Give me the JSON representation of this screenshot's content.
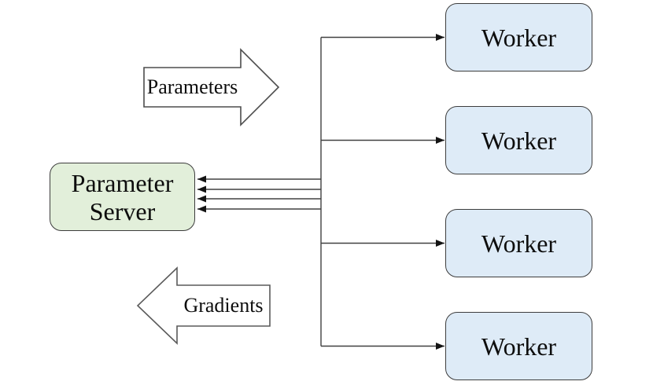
{
  "diagram": {
    "server": {
      "label": "Parameter Server",
      "fill": "#e2efda"
    },
    "workers": [
      {
        "label": "Worker"
      },
      {
        "label": "Worker"
      },
      {
        "label": "Worker"
      },
      {
        "label": "Worker"
      }
    ],
    "worker_fill": "#deebf7",
    "flows": {
      "parameters": {
        "label": "Parameters",
        "icon": "block-arrow-right-icon",
        "direction": "server-to-workers"
      },
      "gradients": {
        "label": "Gradients",
        "icon": "block-arrow-left-icon",
        "direction": "workers-to-server"
      }
    },
    "colors": {
      "connector": "#404040",
      "outline": "#3d3d3d",
      "background": "#ffffff"
    }
  }
}
